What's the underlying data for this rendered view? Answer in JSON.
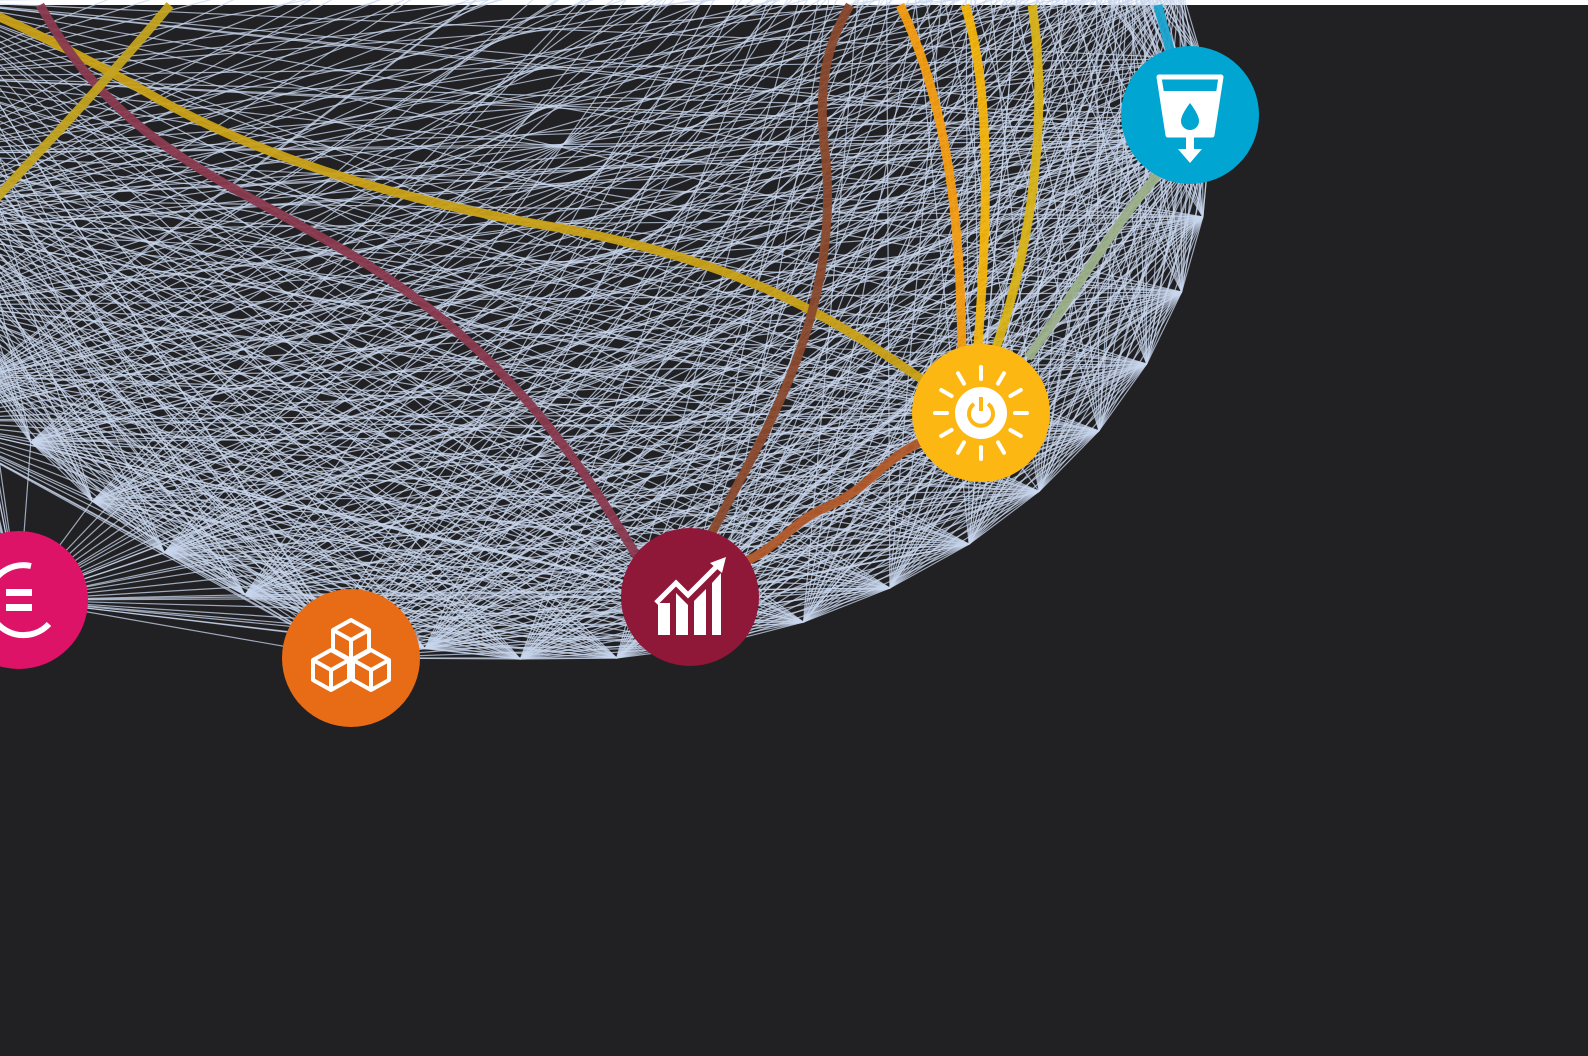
{
  "diagram": {
    "background": "#212022",
    "mesh_color": "#c9d7ee",
    "nodes": [
      {
        "id": "reduced-inequalities",
        "icon": "equality-icon",
        "color": "#DD1367"
      },
      {
        "id": "responsible-consumption",
        "icon": "cubes-icon",
        "color": "#E86B16"
      },
      {
        "id": "decent-work-economic-growth",
        "icon": "growth-chart-icon",
        "color": "#8F1838"
      },
      {
        "id": "affordable-clean-energy",
        "icon": "sun-power-icon",
        "color": "#FDB713"
      },
      {
        "id": "clean-water-sanitation",
        "icon": "water-cup-icon",
        "color": "#00A6D1"
      }
    ],
    "links": [
      {
        "from": "affordable-clean-energy",
        "to": "offscreen-top-left",
        "color": "#C9A117"
      },
      {
        "from": "affordable-clean-energy",
        "to": "offscreen-top-1",
        "color": "#F39C12"
      },
      {
        "from": "affordable-clean-energy",
        "to": "offscreen-top-2",
        "color": "#F3B40D"
      },
      {
        "from": "affordable-clean-energy",
        "to": "offscreen-top-3",
        "color": "#D9B318"
      },
      {
        "from": "affordable-clean-energy",
        "to": "clean-water-sanitation",
        "color": "#9CB08A"
      },
      {
        "from": "affordable-clean-energy",
        "to": "decent-work-economic-growth",
        "color": "#B1582A"
      },
      {
        "from": "decent-work-economic-growth",
        "to": "offscreen-top-left",
        "color": "#8A3A4F"
      },
      {
        "from": "decent-work-economic-growth",
        "to": "offscreen-top",
        "color": "#8A4A2E"
      },
      {
        "from": "clean-water-sanitation",
        "to": "offscreen-top",
        "color": "#1AA4CF"
      },
      {
        "from": "offscreen-left",
        "to": "offscreen-top",
        "color": "#C3A320"
      }
    ]
  }
}
